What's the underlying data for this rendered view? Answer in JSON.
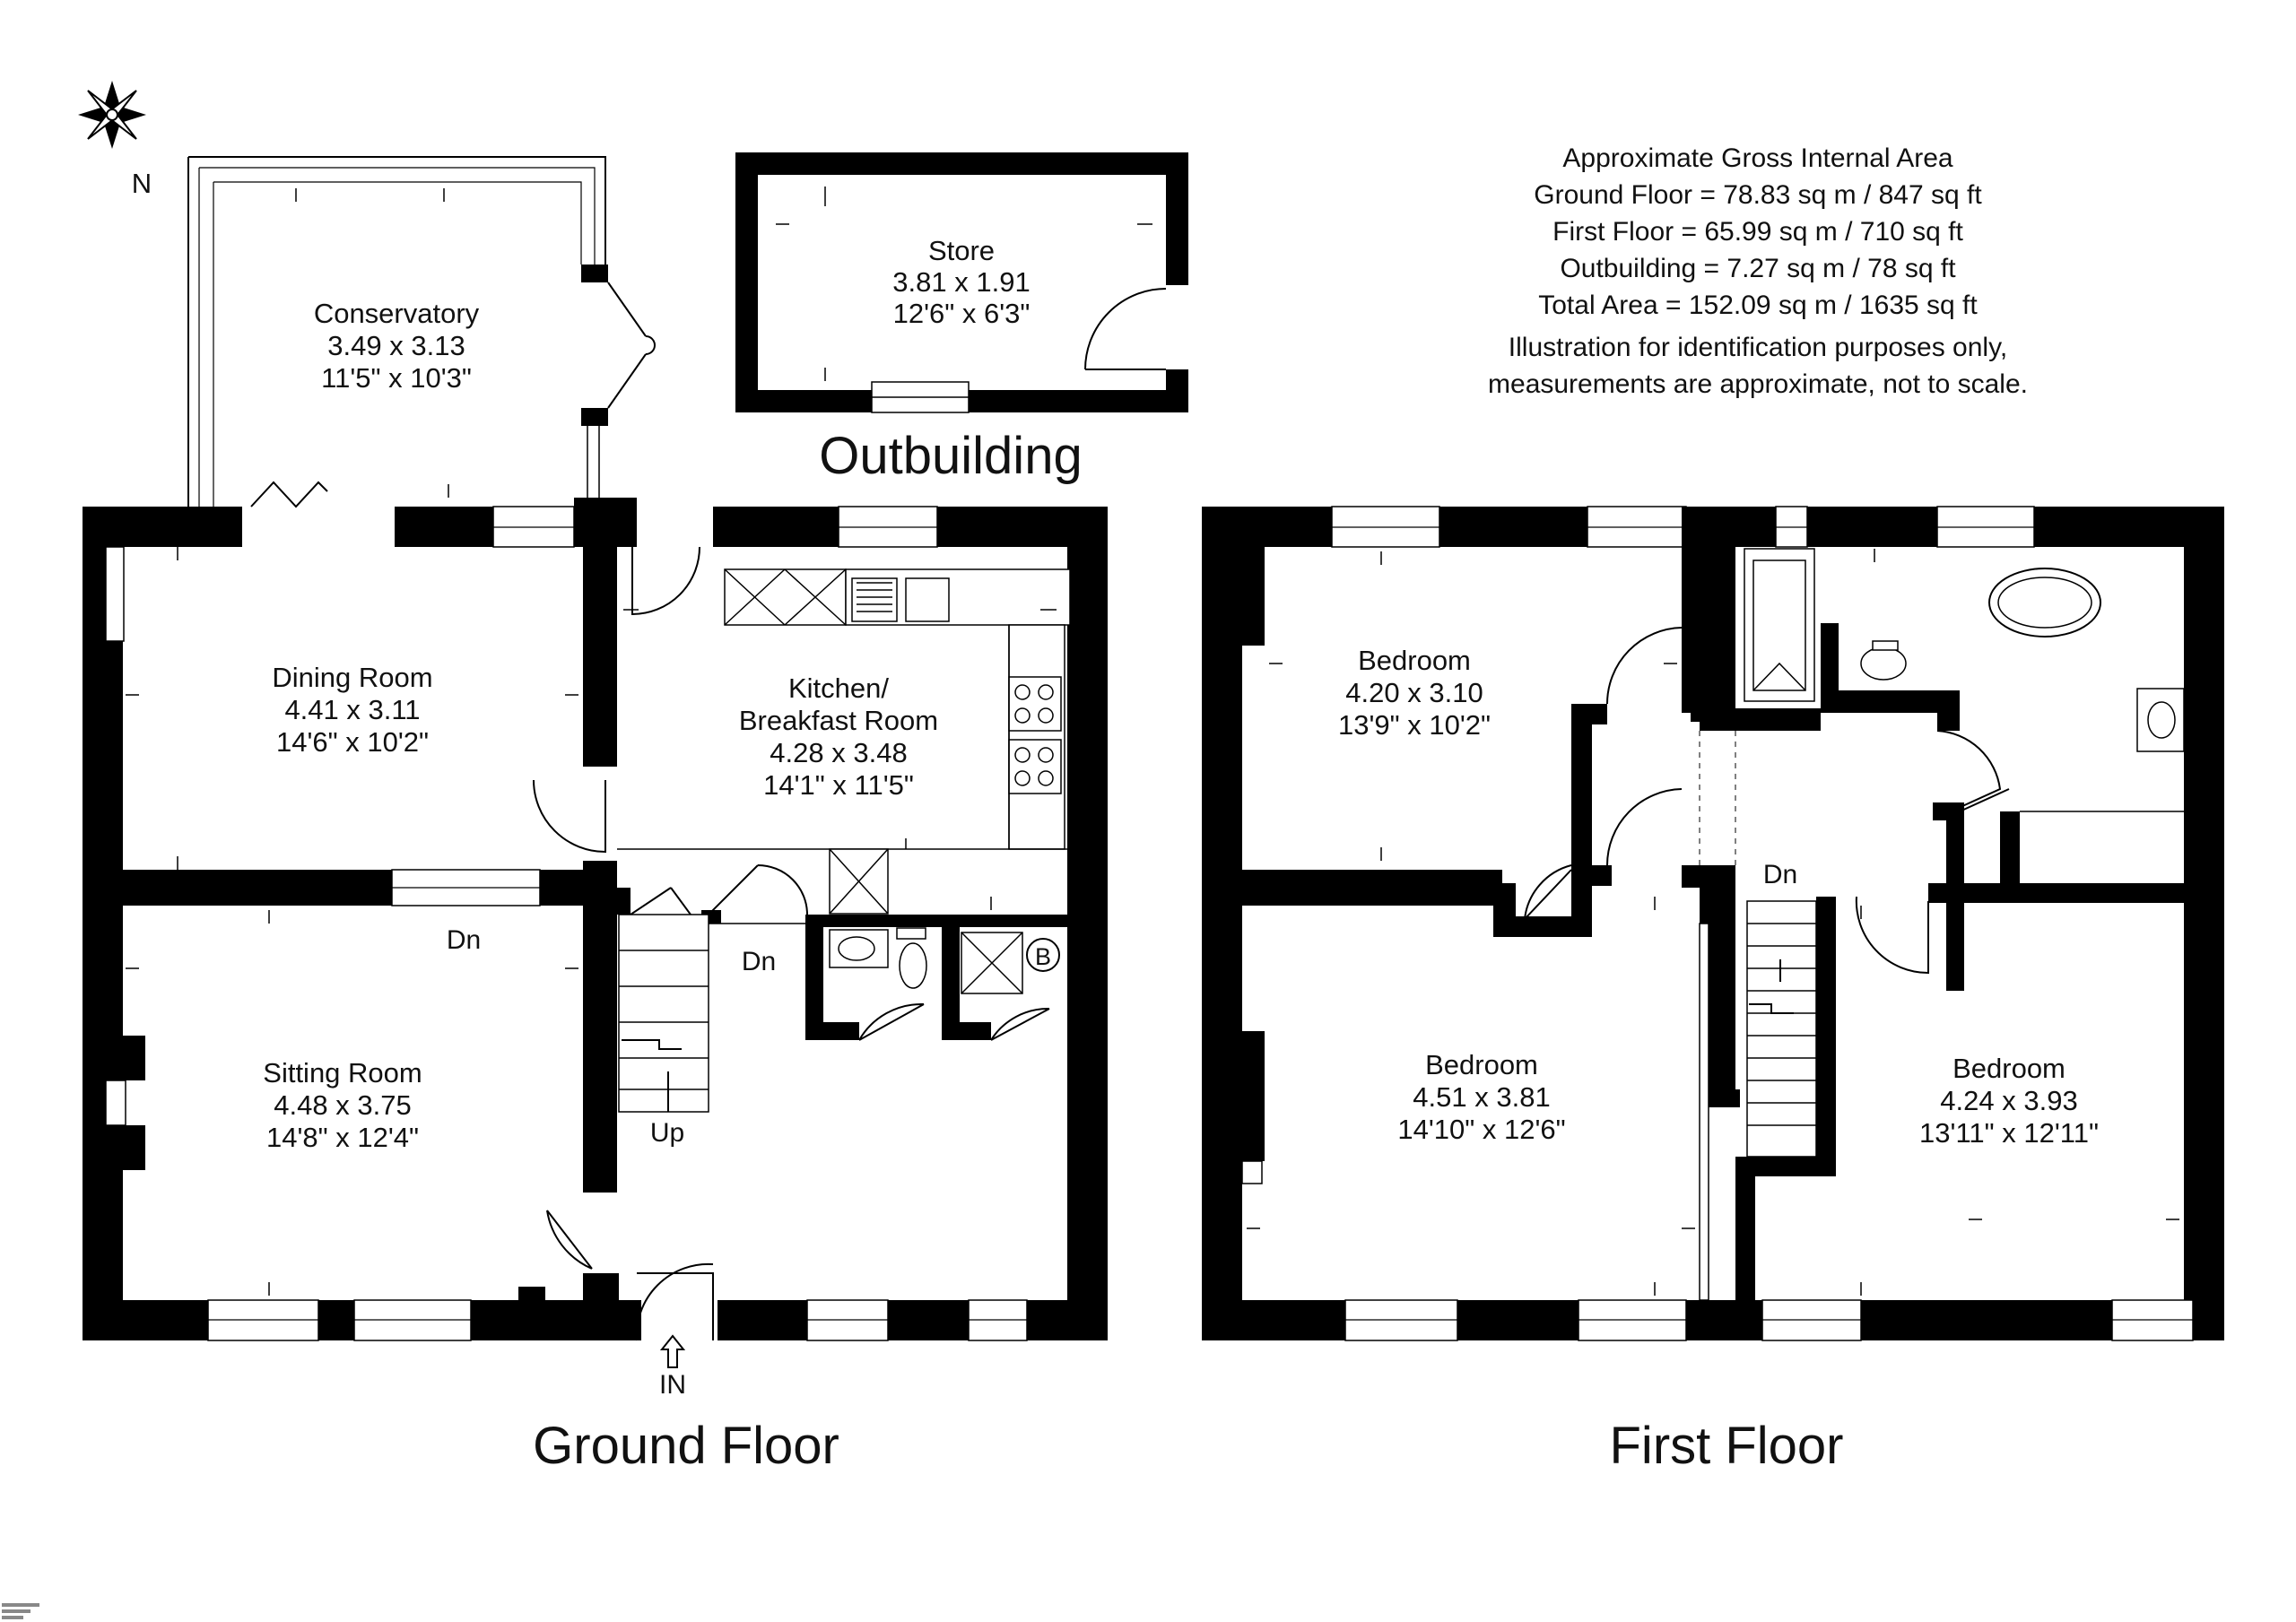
{
  "compass": {
    "north_label": "N",
    "icon": "compass-rose-icon"
  },
  "area_info": {
    "lines": [
      "Approximate Gross Internal Area",
      "Ground Floor = 78.83 sq m / 847 sq ft",
      "First Floor = 65.99 sq m / 710 sq ft",
      "Outbuilding = 7.27 sq m / 78 sq ft",
      "Total Area = 152.09 sq m / 1635 sq ft",
      "Illustration for identification purposes only,",
      "measurements are approximate, not to scale."
    ]
  },
  "outbuilding": {
    "title": "Outbuilding",
    "store": {
      "name": "Store",
      "metric": "3.81 x 1.91",
      "imperial": "12'6\" x 6'3\""
    }
  },
  "ground_floor": {
    "title": "Ground Floor",
    "conservatory": {
      "name": "Conservatory",
      "metric": "3.49 x 3.13",
      "imperial": "11'5\" x 10'3\""
    },
    "dining_room": {
      "name": "Dining Room",
      "metric": "4.41 x 3.11",
      "imperial": "14'6\" x 10'2\""
    },
    "kitchen": {
      "name_line1": "Kitchen/",
      "name_line2": "Breakfast Room",
      "metric": "4.28 x 3.48",
      "imperial": "14'1\" x 11'5\""
    },
    "sitting_room": {
      "name": "Sitting Room",
      "metric": "4.48 x 3.75",
      "imperial": "14'8\" x 12'4\""
    },
    "labels": {
      "dn_sitting": "Dn",
      "dn_hall": "Dn",
      "up": "Up",
      "boiler": "B",
      "entrance": "IN"
    }
  },
  "first_floor": {
    "title": "First Floor",
    "bedroom_1": {
      "name": "Bedroom",
      "metric": "4.20 x 3.10",
      "imperial": "13'9\" x 10'2\""
    },
    "bedroom_2": {
      "name": "Bedroom",
      "metric": "4.51 x 3.81",
      "imperial": "14'10\" x 12'6\""
    },
    "bedroom_3": {
      "name": "Bedroom",
      "metric": "4.24 x 3.93",
      "imperial": "13'11\" x 12'11\""
    },
    "labels": {
      "dn": "Dn"
    }
  }
}
